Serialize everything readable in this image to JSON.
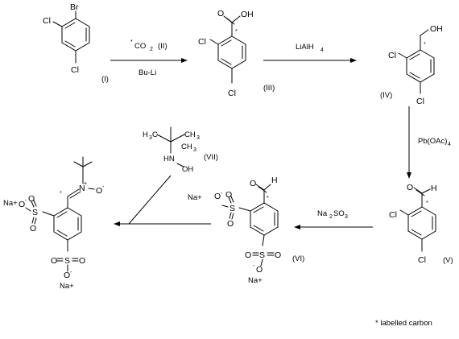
{
  "compounds": [
    {
      "id": "I",
      "label": "(I)",
      "atoms": [
        "Br",
        "Cl",
        "Cl"
      ]
    },
    {
      "id": "III",
      "label": "(III)",
      "atoms": [
        "O",
        "OH",
        "*",
        "Cl",
        "Cl"
      ]
    },
    {
      "id": "IV",
      "label": "(IV)",
      "atoms": [
        "OH",
        "*",
        "Cl",
        "Cl"
      ]
    },
    {
      "id": "V",
      "label": "(V)",
      "atoms": [
        "O",
        "H",
        "*",
        "Cl",
        "Cl"
      ]
    },
    {
      "id": "VI",
      "label": "(VI)",
      "atoms": [
        "O",
        "H",
        "*",
        "S",
        "O",
        "O",
        "O",
        "-",
        "S",
        "O",
        "O",
        "O",
        "-",
        "Na+",
        "Na+"
      ]
    },
    {
      "id": "VII",
      "label": "(VII)",
      "atoms": [
        "H",
        "3",
        "C",
        "CH",
        "3",
        "CH",
        "3",
        "HN",
        "OH"
      ]
    },
    {
      "id": "VIII",
      "label": "",
      "atoms": [
        "Na+",
        "O",
        "-",
        "S",
        "O",
        "O",
        "S",
        "O",
        "O",
        "O",
        "-",
        "Na+",
        "N",
        "+",
        "O",
        "-",
        "*"
      ]
    }
  ],
  "reactions": [
    {
      "id": "step1",
      "reagents": [
        "*",
        "CO",
        "2",
        "(II)",
        "Bu-Li"
      ]
    },
    {
      "id": "step2",
      "reagents": [
        "LiAlH",
        "4"
      ]
    },
    {
      "id": "step3",
      "reagents": [
        "Pb(OAc)",
        "4"
      ]
    },
    {
      "id": "step4",
      "reagents": [
        "Na",
        "2",
        "SO",
        "3"
      ]
    }
  ],
  "footnote": "* labelled carbon"
}
